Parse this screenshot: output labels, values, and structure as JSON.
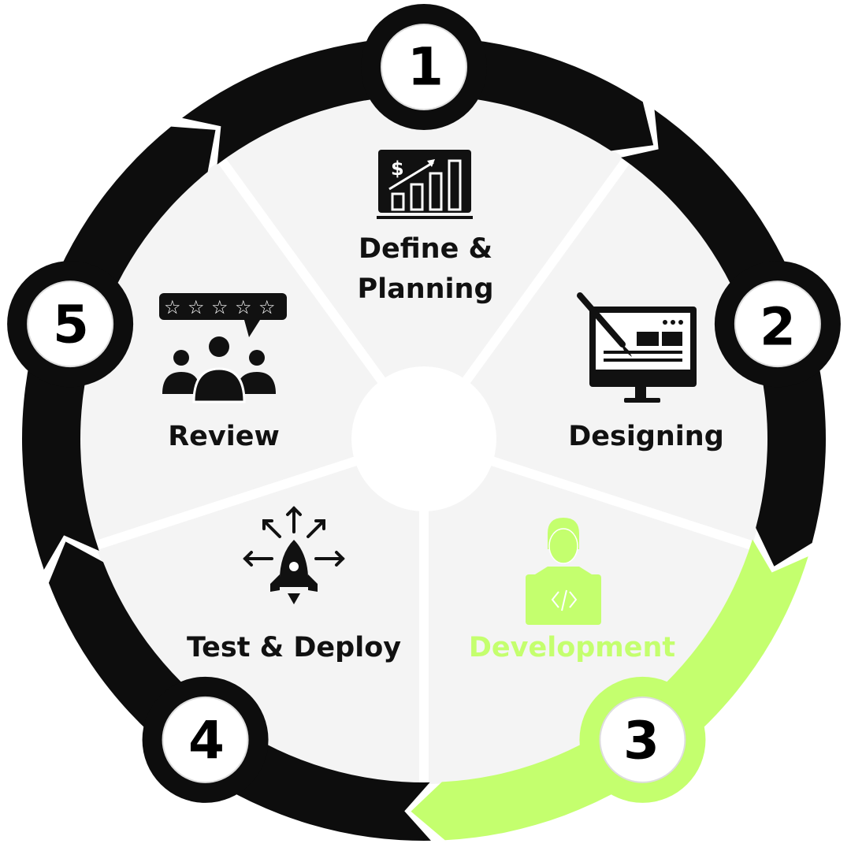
{
  "title": "Development cycle",
  "colors": {
    "band": "#0d0d0d",
    "accent": "#c4ff6e",
    "disc": "#f4f4f4",
    "text": "#111111"
  },
  "steps": [
    {
      "number": "1",
      "line1": "Define &",
      "line2": "Planning",
      "icon": "chart-growth-icon",
      "highlight": false
    },
    {
      "number": "2",
      "line1": "Designing",
      "icon": "monitor-design-icon",
      "highlight": false
    },
    {
      "number": "3",
      "line1": "Development",
      "icon": "developer-laptop-icon",
      "highlight": true
    },
    {
      "number": "4",
      "line1": "Test & Deploy",
      "icon": "rocket-icon",
      "highlight": false
    },
    {
      "number": "5",
      "line1": "Review",
      "icon": "review-stars-icon",
      "highlight": false
    }
  ]
}
